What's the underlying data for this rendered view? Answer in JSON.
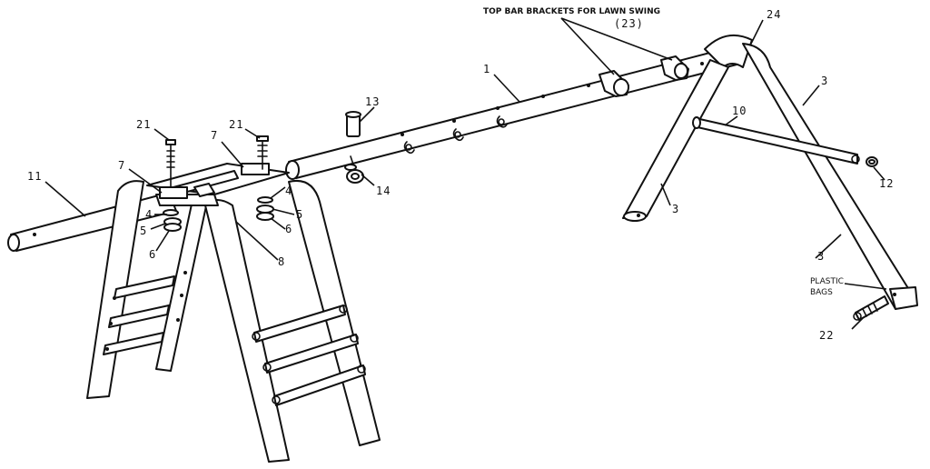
{
  "caption": {
    "title": "TOP BAR BRACKETS FOR LAWN SWING",
    "part": "(23)"
  },
  "callouts": {
    "c1": "1",
    "c24": "24",
    "c3a": "3",
    "c3b": "3",
    "c3c": "3",
    "c10": "10",
    "c12": "12",
    "c13": "13",
    "c14": "14",
    "c21a": "21",
    "c21b": "21",
    "c7a": "7",
    "c7b": "7",
    "c11": "11",
    "c4a": "4",
    "c4b": "4",
    "c5a": "5",
    "c5b": "5",
    "c6a": "6",
    "c6b": "6",
    "c8": "8",
    "c22": "22",
    "plastic1": "PLASTIC",
    "plastic2": "BAGS"
  }
}
